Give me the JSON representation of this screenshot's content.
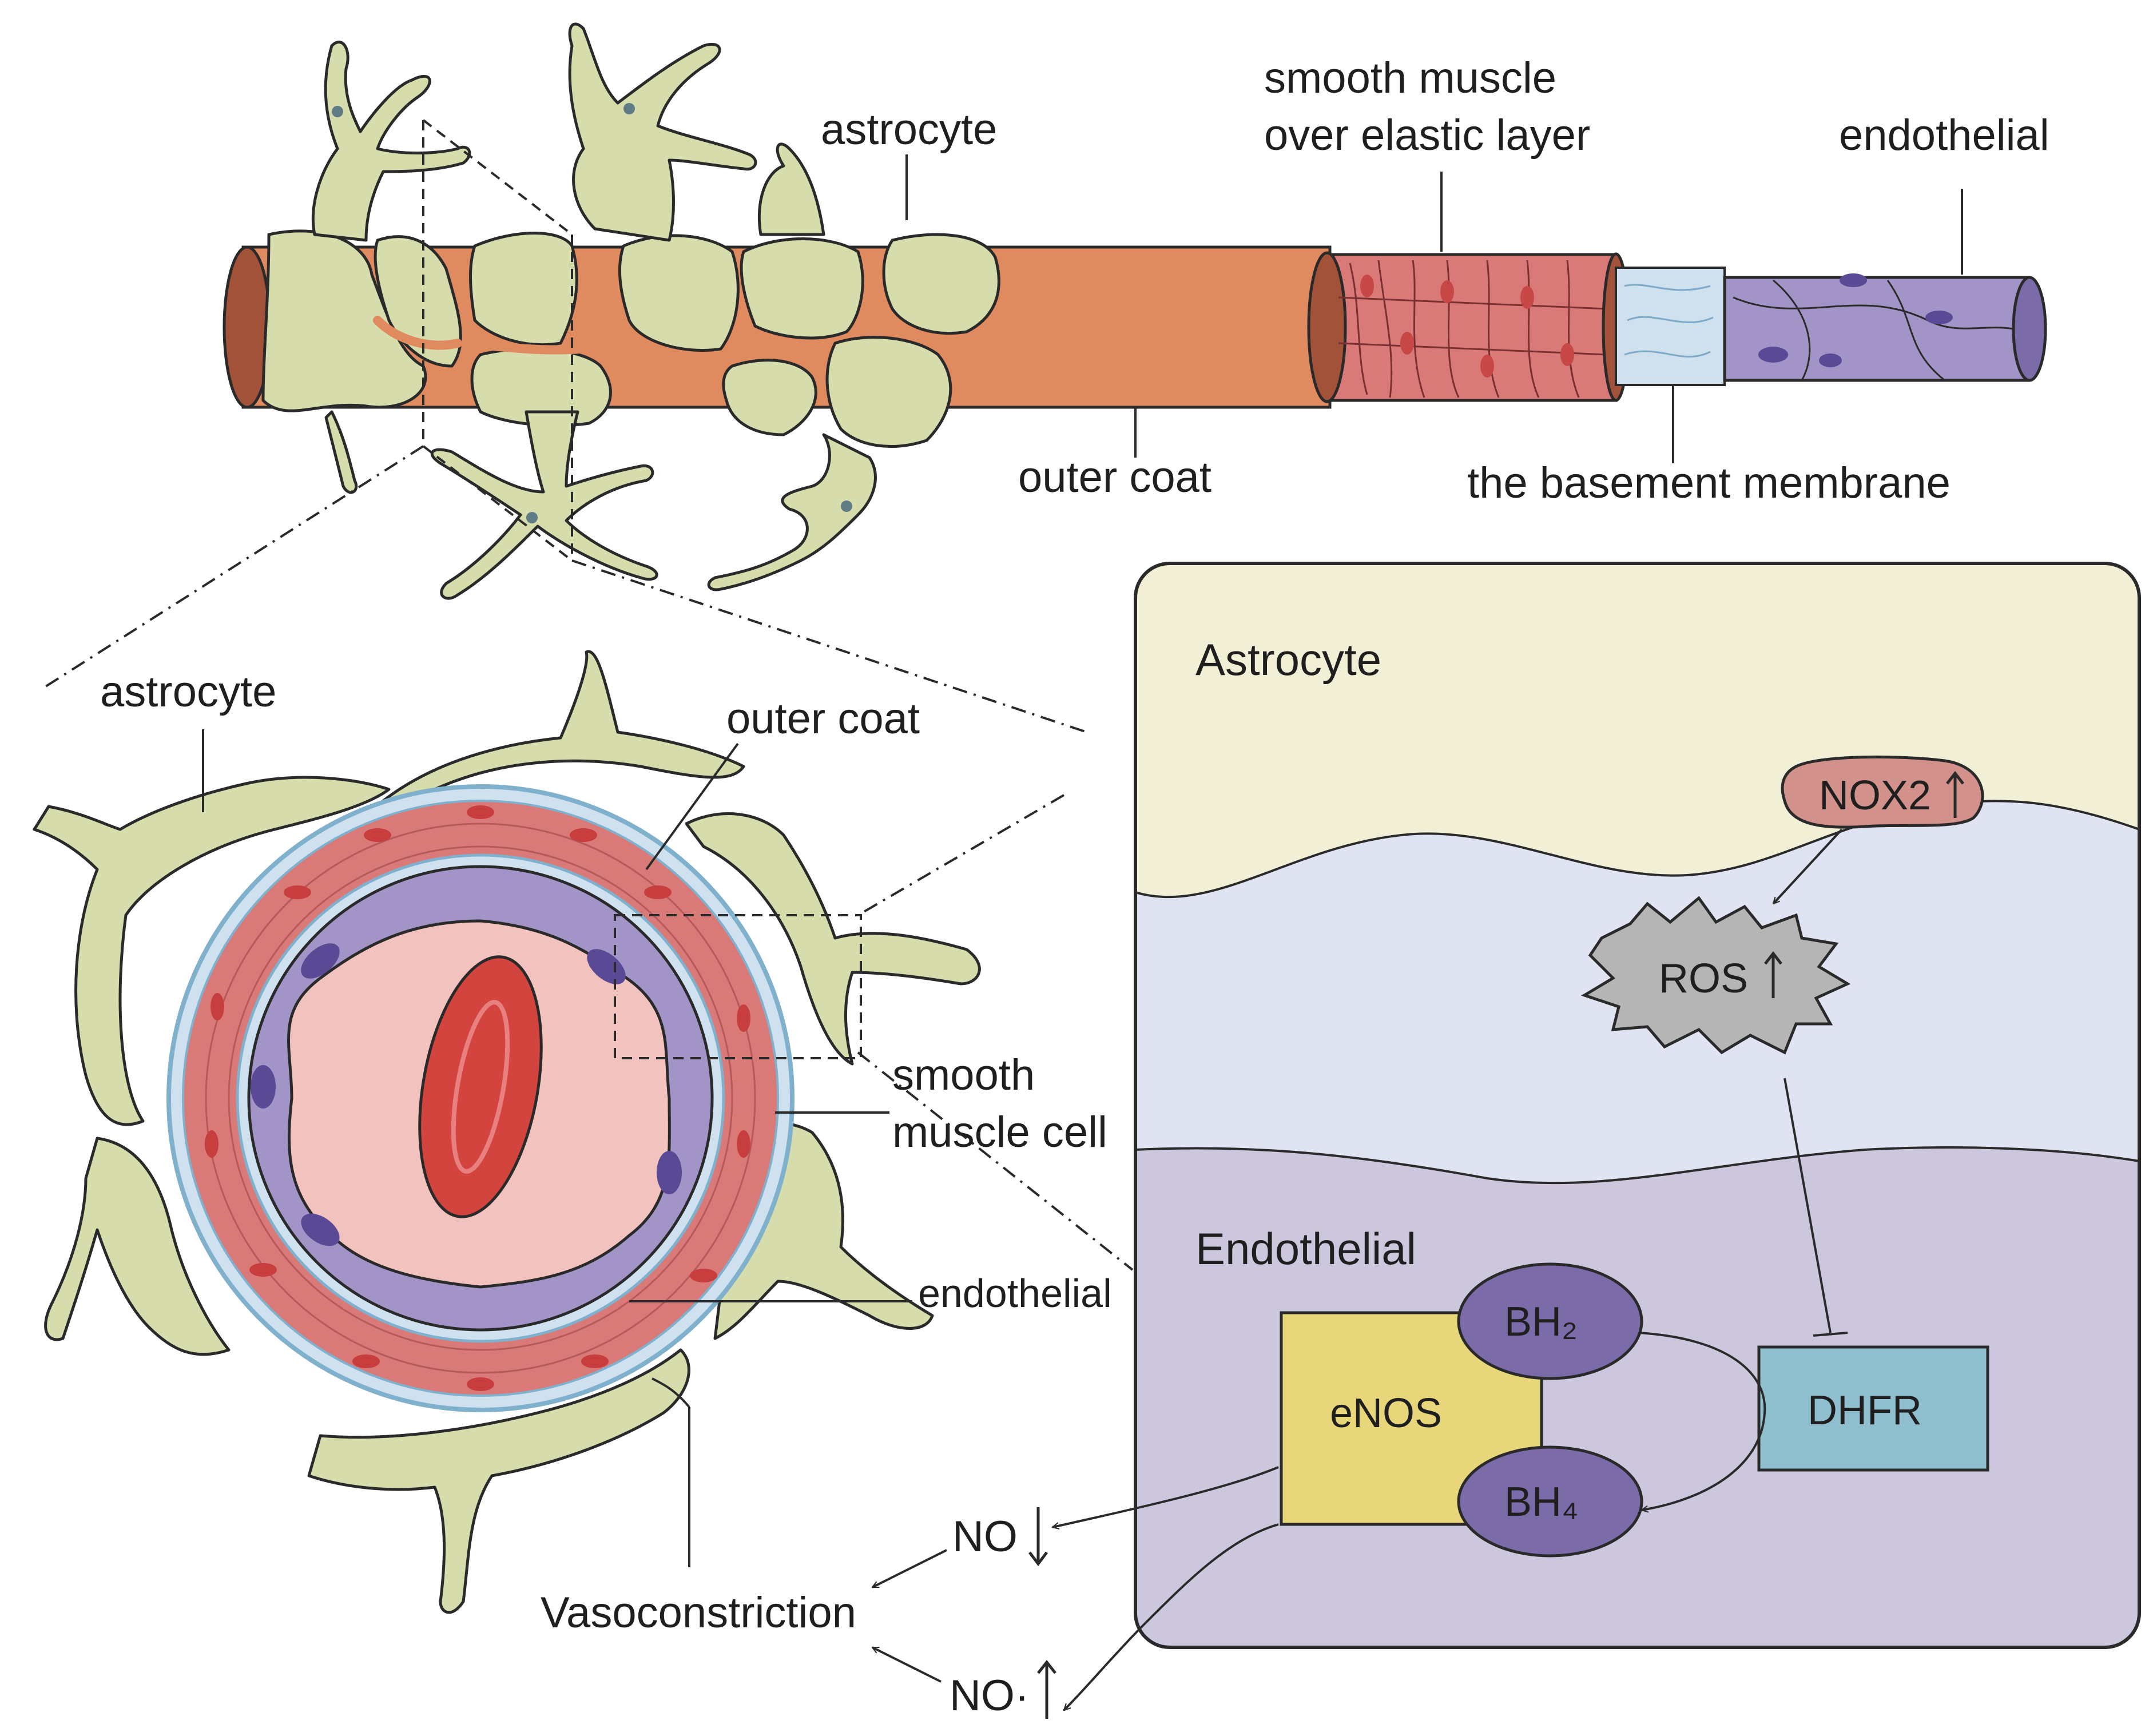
{
  "labels": {
    "top_astrocyte": "astrocyte",
    "top_smooth_muscle_line1": "smooth muscle",
    "top_smooth_muscle_line2": "over elastic layer",
    "top_endothelial": "endothelial",
    "top_outer_coat": "outer coat",
    "top_basement_membrane": "the basement membrane",
    "cs_astrocyte": "astrocyte",
    "cs_outer_coat": "outer coat",
    "cs_smooth_line1": "smooth",
    "cs_smooth_line2": "muscle cell",
    "cs_endothelial": "endothelial",
    "vasoconstriction": "Vasoconstriction",
    "no_down": "NO",
    "no_up": "NO·"
  },
  "panel": {
    "astrocyte_title": "Astrocyte",
    "endothelial_title": "Endothelial",
    "nox2": "NOX2",
    "ros": "ROS",
    "enos": "eNOS",
    "bh2": "BH₂",
    "bh4": "BH₄",
    "dhfr": "DHFR"
  },
  "colors": {
    "astrocyte_fill": "#d7dcac",
    "outer_coat": "#e08a60",
    "smooth_muscle": "#d97a78",
    "endothelial": "#a394c8",
    "basement_membrane": "#cfe0ef",
    "lumen": "#f2c2bf",
    "red_cell": "#d2443d",
    "panel_astro_zone": "#f1f0d6",
    "panel_mid_zone": "#e0e4f2",
    "panel_endo_zone": "#cdc7de",
    "nox2_fill": "#d3918c",
    "ros_fill": "#b5b5b5",
    "enos_fill": "#e8d67a",
    "bh_fill": "#7b6ba8",
    "dhfr_fill": "#8fbfcf"
  }
}
